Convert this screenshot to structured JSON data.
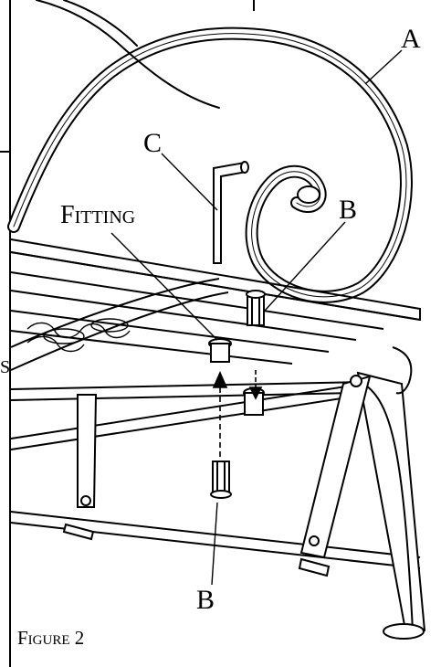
{
  "labels": {
    "callout_a": "A",
    "callout_c": "C",
    "callout_b_top": "B",
    "callout_b_bottom": "B",
    "fitting": "Fitting",
    "edge_fragment": "S",
    "figure_caption": "Figure 2"
  },
  "colors": {
    "line": "#000000",
    "background": "#ffffff",
    "tube_fill": "#ffffff",
    "shade": "#d0d0d0"
  }
}
